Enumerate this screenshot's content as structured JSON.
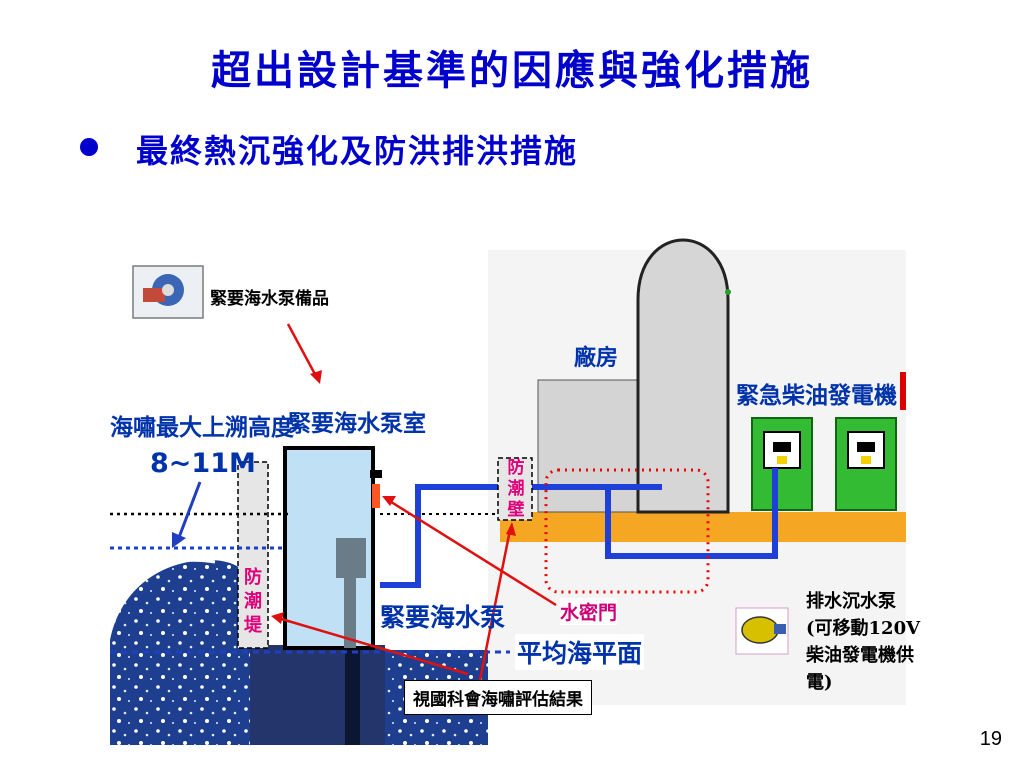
{
  "slide": {
    "title": "超出設計基準的因應與強化措施",
    "bullet": "最終熱沉強化及防洪排洪措施",
    "page_number": "19"
  },
  "diagram": {
    "pump_spares_label": "緊要海水泵備品",
    "tsunami_height_label_1": "海嘯最大上溯高度",
    "tsunami_height_label_2": "8~11M",
    "pump_room_label": "緊要海水泵室",
    "plant_building_label": "廠房",
    "diesel_generator_label": "緊急柴油發電機",
    "seawall_left_label": "防\n潮\n堤",
    "seawall_left_chars": [
      "防",
      "潮",
      "堤"
    ],
    "tide_wall_right_chars": [
      "防",
      "潮",
      "壁"
    ],
    "pump_label": "緊要海水泵",
    "mean_sea_level_label": "平均海平面",
    "watertight_door_label": "水密門",
    "assessment_label": "視國科會海嘯評估結果",
    "sump_pump_lines": [
      "排水沉水泵",
      "(可移動120V",
      "柴油發電機供",
      "電)"
    ]
  },
  "colors": {
    "title_blue": "#0000cc",
    "diagram_blue": "#1a3cb0",
    "arrow_red": "#e01010",
    "ground_orange": "#f5a623",
    "generator_green": "#33bb33",
    "building_grey": "#cccccc"
  }
}
